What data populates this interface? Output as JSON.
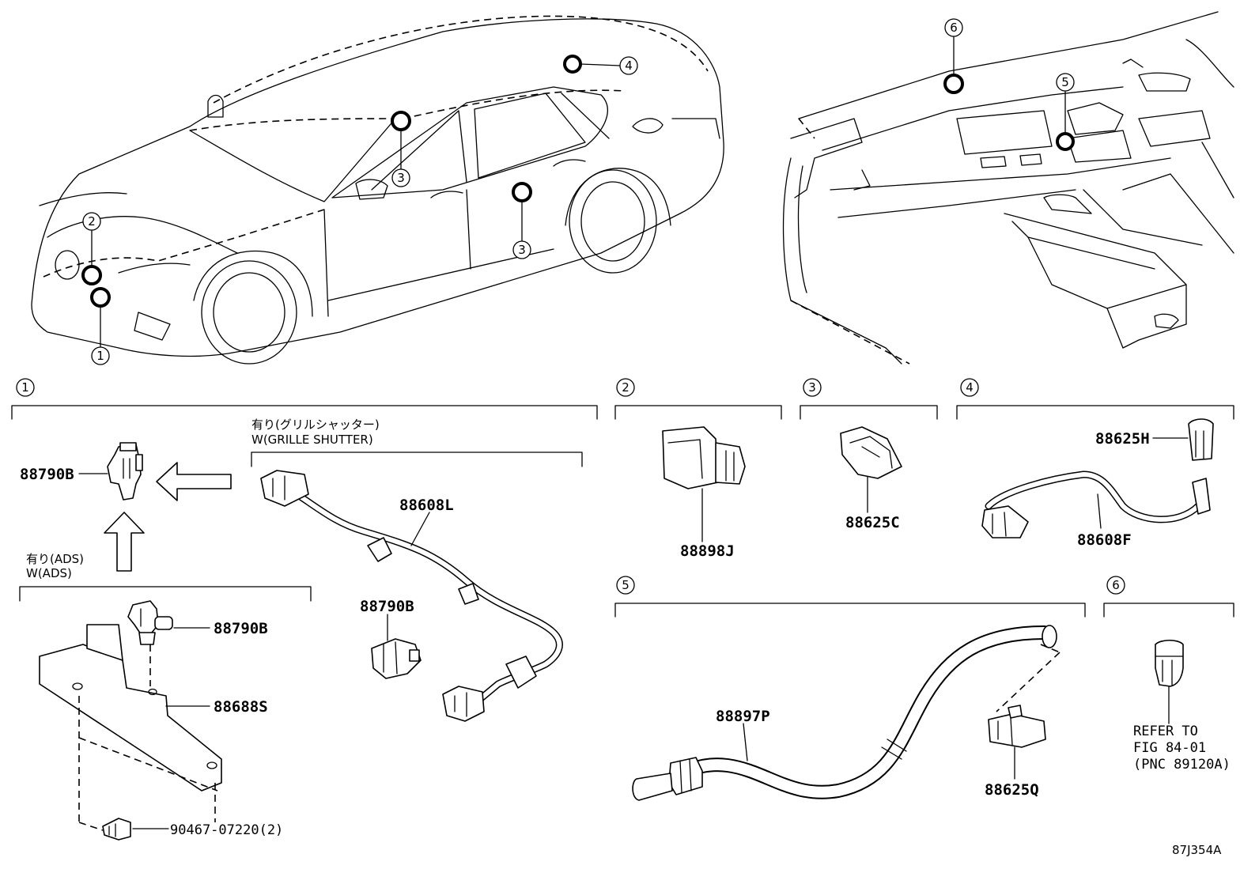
{
  "figure_code": "87J354A",
  "sections": [
    {
      "id": "1",
      "label": "1"
    },
    {
      "id": "2",
      "label": "2"
    },
    {
      "id": "3",
      "label": "3"
    },
    {
      "id": "4",
      "label": "4"
    },
    {
      "id": "5",
      "label": "5"
    },
    {
      "id": "6",
      "label": "6"
    }
  ],
  "callouts": {
    "car_1": "1",
    "car_2": "2",
    "car_3a": "3",
    "car_3b": "3",
    "car_4": "4",
    "dash_5": "5",
    "dash_6": "6"
  },
  "variants": {
    "grille_jp": "有り(グリルシャッター)",
    "grille_en": "W(GRILLE SHUTTER)",
    "ads_jp": "有り(ADS)",
    "ads_en": "W(ADS)"
  },
  "parts": {
    "p88790b_top": "88790B",
    "p88790b_ads": "88790B",
    "p88688s": "88688S",
    "p90467": "90467-07220(2)",
    "p88608l": "88608L",
    "p88790b_mid": "88790B",
    "p88898j": "88898J",
    "p88625c": "88625C",
    "p88625h": "88625H",
    "p88608f": "88608F",
    "p88897p": "88897P",
    "p88625q": "88625Q"
  },
  "refer": {
    "line1": "REFER TO",
    "line2": "FIG 84-01",
    "line3": "(PNC 89120A)"
  }
}
